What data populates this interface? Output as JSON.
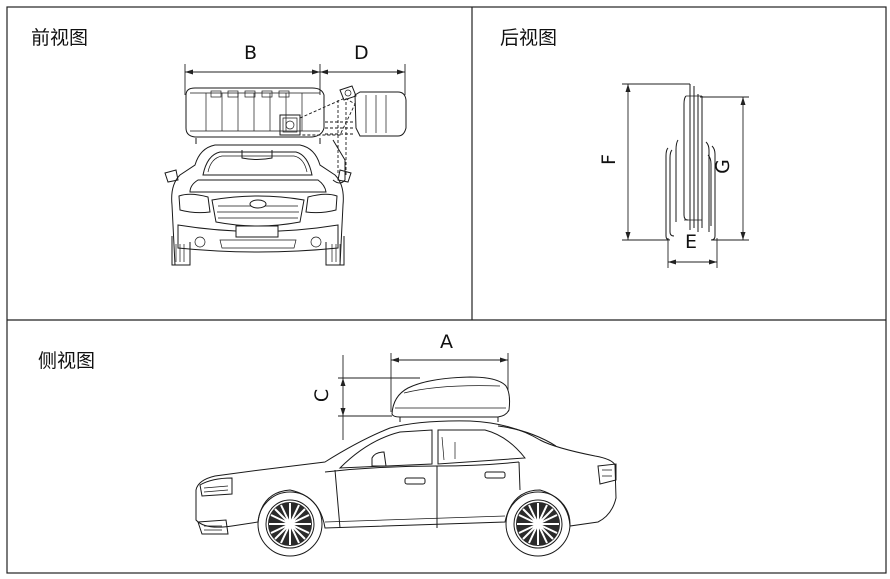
{
  "panels": {
    "front": {
      "title": "前视图"
    },
    "rear": {
      "title": "后视图"
    },
    "side": {
      "title": "侧视图"
    }
  },
  "dimensions": {
    "A": "A",
    "B": "B",
    "C": "C",
    "D": "D",
    "E": "E",
    "F": "F",
    "G": "G"
  }
}
